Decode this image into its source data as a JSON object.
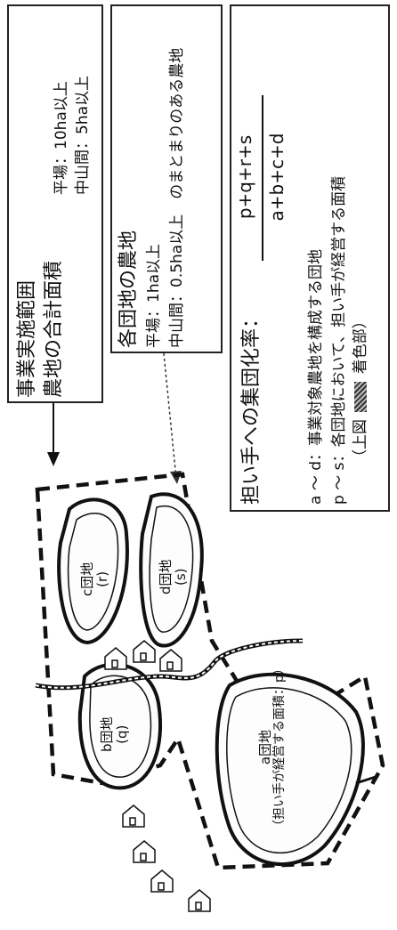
{
  "box1": {
    "line1": "事業実施範囲",
    "line2": "農地の合計面積",
    "line3": "平場：10ha以上",
    "line4": "中山間：5ha以上"
  },
  "box2": {
    "line1": "各団地の農地",
    "line2": "平場：1ha以上",
    "line3": "中山間：0.5ha以上　のまとまりのある農地"
  },
  "box3": {
    "rate_label": "担い手への集団化率：",
    "numerator": "p+q+r+s",
    "denominator": "a+b+c+d",
    "note1": "a ～ d：事業対象農地を構成する団地",
    "note2": "p ～ s：各団地において、担い手が経営する面積",
    "note3_pre": "（上図",
    "note3_post": "着色部）"
  },
  "map": {
    "a_name": "a団地",
    "a_sub": "（担い手が経営する面積：p）",
    "b_name": "b団地",
    "b_sub": "(q)",
    "c_name": "c団地",
    "c_sub": "(r)",
    "d_name": "d団地",
    "d_sub": "(s)"
  }
}
